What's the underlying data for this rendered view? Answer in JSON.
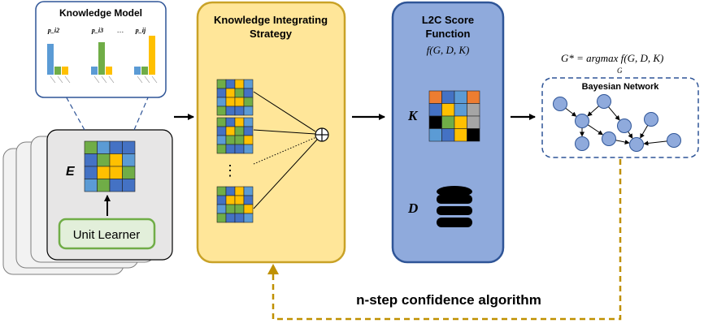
{
  "knowledge_model": {
    "title": "Knowledge Model",
    "bar_group_labels": [
      "p_i2",
      "p_i3",
      "…",
      "p_ij"
    ]
  },
  "unit_learner": {
    "matrix_label": "E",
    "button_label": "Unit Learner"
  },
  "integrating_strategy": {
    "title_line1": "Knowledge Integrating",
    "title_line2": "Strategy",
    "dots": "⋮",
    "operator": "⊕"
  },
  "score_function": {
    "title_line1": "L2C Score",
    "title_line2": "Function",
    "formula": "f(G, D, K)",
    "k_label": "K",
    "d_label": "D"
  },
  "bayesian_network": {
    "title": "Bayesian Network",
    "formula": "G* = argmax f(G, D, K)",
    "formula_sub": "G"
  },
  "feedback_label": "n-step confidence algorithm",
  "colors": {
    "blue": "#4472c4",
    "light_blue": "#5b9bd5",
    "green": "#70ad47",
    "yellow": "#ffc000",
    "orange": "#ed7d31",
    "gray": "#a5a5a5",
    "black": "#000000",
    "panel_yellow": "#ffe699",
    "panel_yellow_border": "#c9a227",
    "panel_blue": "#8faadc",
    "panel_blue_border": "#2f5597",
    "node_blue": "#8faadc",
    "dashed_border": "#2f5597",
    "unit_green_fill": "#e2efda",
    "unit_green_border": "#70ad47",
    "feedback_gold": "#bf9000"
  }
}
